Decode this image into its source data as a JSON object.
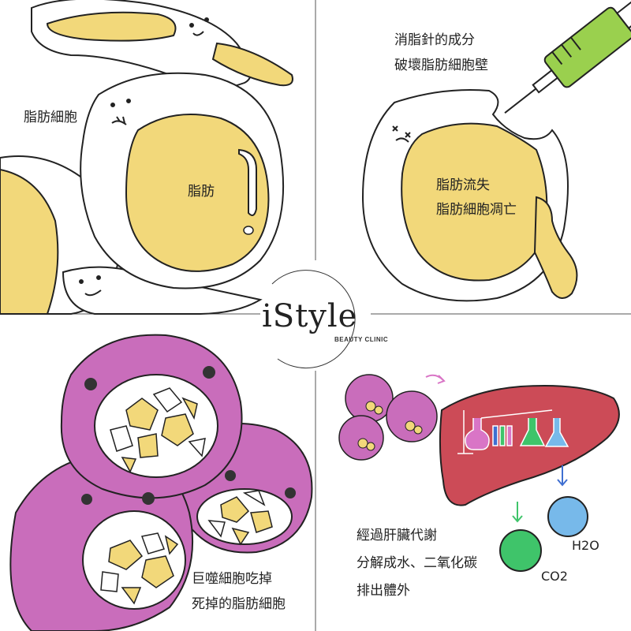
{
  "logo": {
    "brand": "iStyle",
    "sub": "BEAUTY CLINIC"
  },
  "panel1": {
    "cell_label": "脂肪細胞",
    "fat_label": "脂肪"
  },
  "panel2": {
    "caption_line1": "消脂針的成分",
    "caption_line2": "破壞脂肪細胞壁",
    "inner_line1": "脂肪流失",
    "inner_line2": "脂肪細胞凋亡"
  },
  "panel3": {
    "caption_line1": "巨噬細胞吃掉",
    "caption_line2": "死掉的脂肪細胞"
  },
  "panel4": {
    "caption_line1": "經過肝臟代謝",
    "caption_line2": "分解成水、二氧化碳",
    "caption_line3": "排出體外",
    "h2o": "H2O",
    "co2": "CO2"
  },
  "colors": {
    "fat": "#f2d87a",
    "macrophage": "#c96dbb",
    "liver": "#cc4b57",
    "syringe": "#9ad04e",
    "co2": "#3fc46a",
    "h2o": "#77b9ea"
  }
}
